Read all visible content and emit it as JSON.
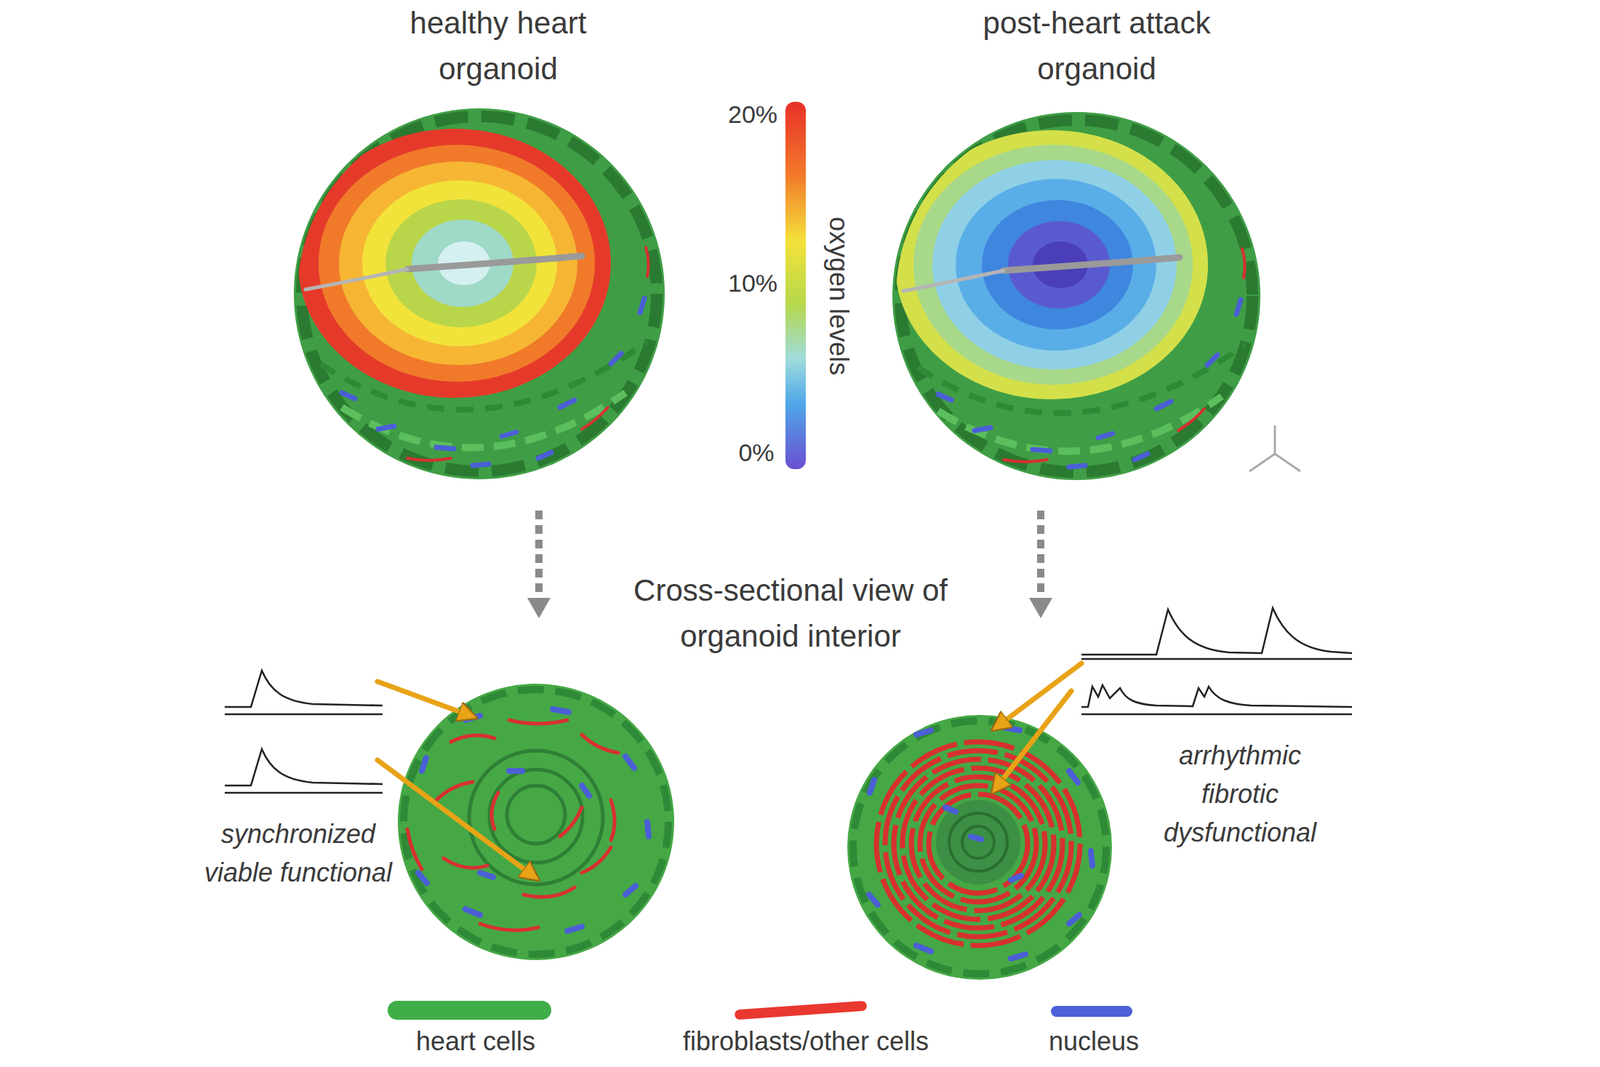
{
  "diagram": {
    "labels": [
      "healthy heart organoid",
      "post-heart attack organoid",
      "20%",
      "oxygen levels",
      "10%",
      "0%",
      "Cross-sectional view of organoid interior",
      "synchronized viable functional",
      "arrhythmic fibrotic dysfunctional"
    ],
    "legend": [
      {
        "text": "heart cells",
        "color": "#3fae49"
      },
      {
        "text": "fibroblasts/other cells",
        "color": "#e8382f"
      },
      {
        "text": "nucleus",
        "color": "#4b5fd6"
      }
    ]
  }
}
